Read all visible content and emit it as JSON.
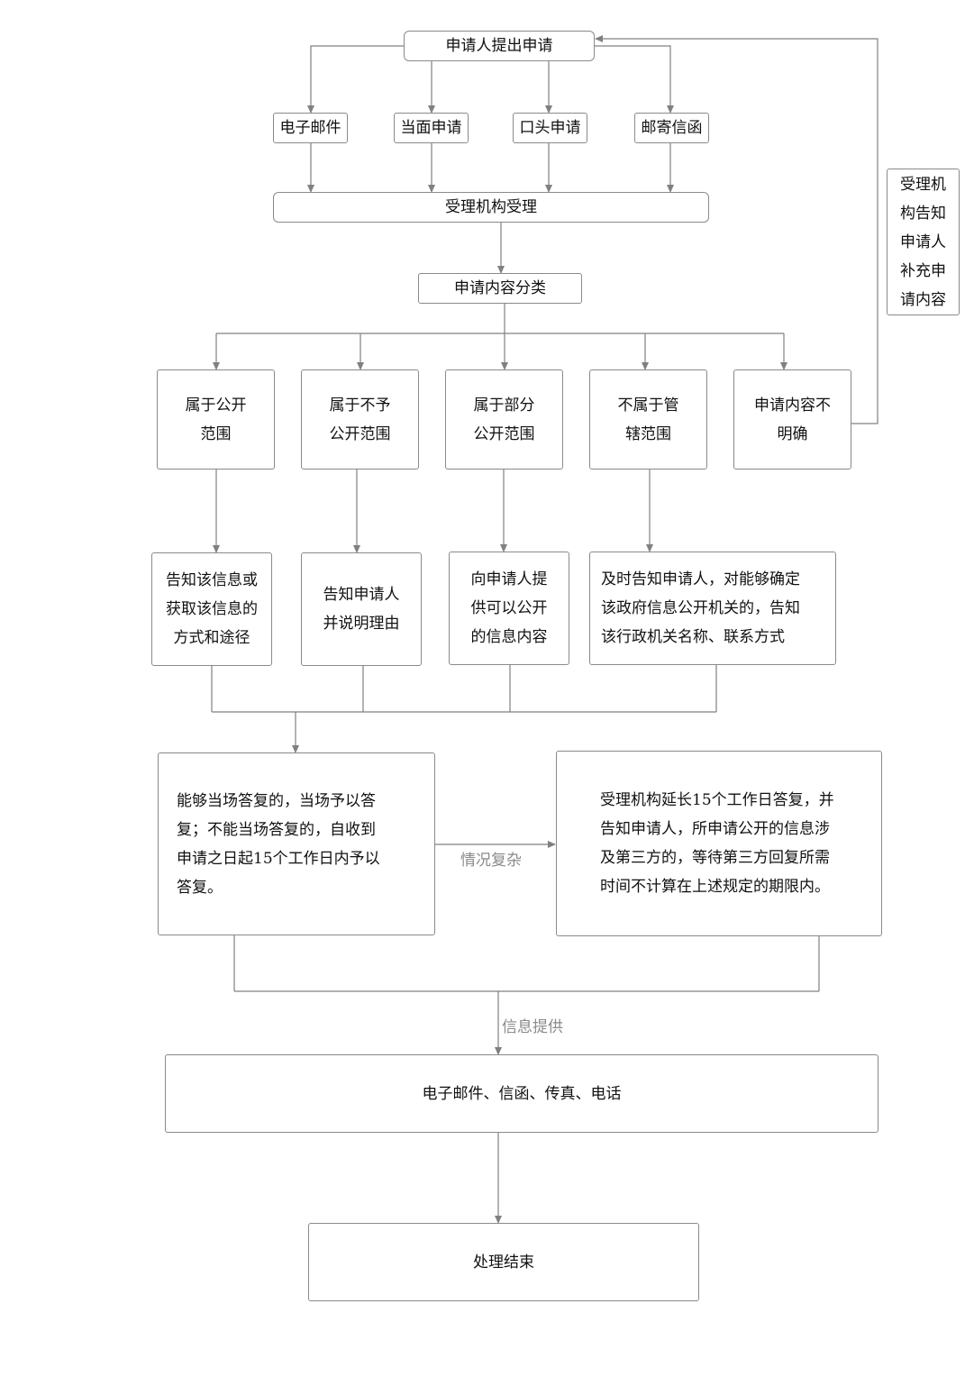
{
  "start": "申请人提出申请",
  "channels": [
    "电子邮件",
    "当面申请",
    "口头申请",
    "邮寄信函"
  ],
  "accept": "受理机构受理",
  "classify": "申请内容分类",
  "categories": [
    "属于公开\n范围",
    "属于不予\n公开范围",
    "属于部分\n公开范围",
    "不属于管\n辖范围",
    "申请内容不\n明确"
  ],
  "supplement": "受理机\n构告知\n申请人\n补充申\n请内容",
  "actions": [
    "告知该信息或\n获取该信息的\n方式和途径",
    "告知申请人\n并说明理由",
    "向申请人提\n供可以公开\n的信息内容",
    "及时告知申请人，对能够确定\n该政府信息公开机关的，告知\n该行政机关名称、联系方式"
  ],
  "reply_normal": "能够当场答复的，当场予以答\n复；不能当场答复的，自收到\n申请之日起15个工作日内予以\n答复。",
  "complex_label": "情况复杂",
  "reply_extended": "受理机构延长15个工作日答复，并\n告知申请人，所申请公开的信息涉\n及第三方的，等待第三方回复所需\n时间不计算在上述规定的期限内。",
  "provide_label": "信息提供",
  "methods": "电子邮件、信函、传真、电话",
  "end": "处理结束"
}
